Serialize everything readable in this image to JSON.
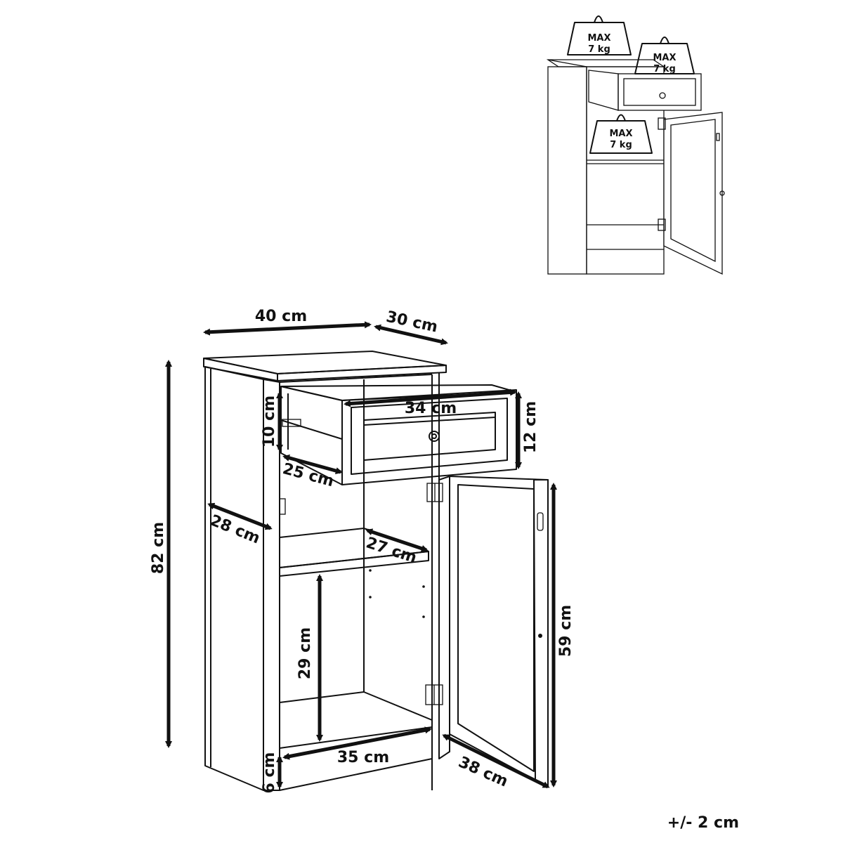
{
  "main_view": {
    "dimensions": {
      "width": "40 cm",
      "depth": "30 cm",
      "height": "82 cm",
      "drawer_height": "10 cm",
      "drawer_depth": "25 cm",
      "drawer_width": "34 cm",
      "drawer_front_height": "12 cm",
      "side_depth": "28 cm",
      "shelf_depth": "27 cm",
      "shelf_clearance": "29 cm",
      "base_height": "6 cm",
      "inner_width": "35 cm",
      "door_width": "38 cm",
      "door_height": "59 cm"
    }
  },
  "load_view": {
    "weights": [
      {
        "max": "MAX",
        "kg": "7 kg"
      },
      {
        "max": "MAX",
        "kg": "7 kg"
      },
      {
        "max": "MAX",
        "kg": "7 kg"
      }
    ]
  },
  "tolerance": "+/- 2 cm"
}
